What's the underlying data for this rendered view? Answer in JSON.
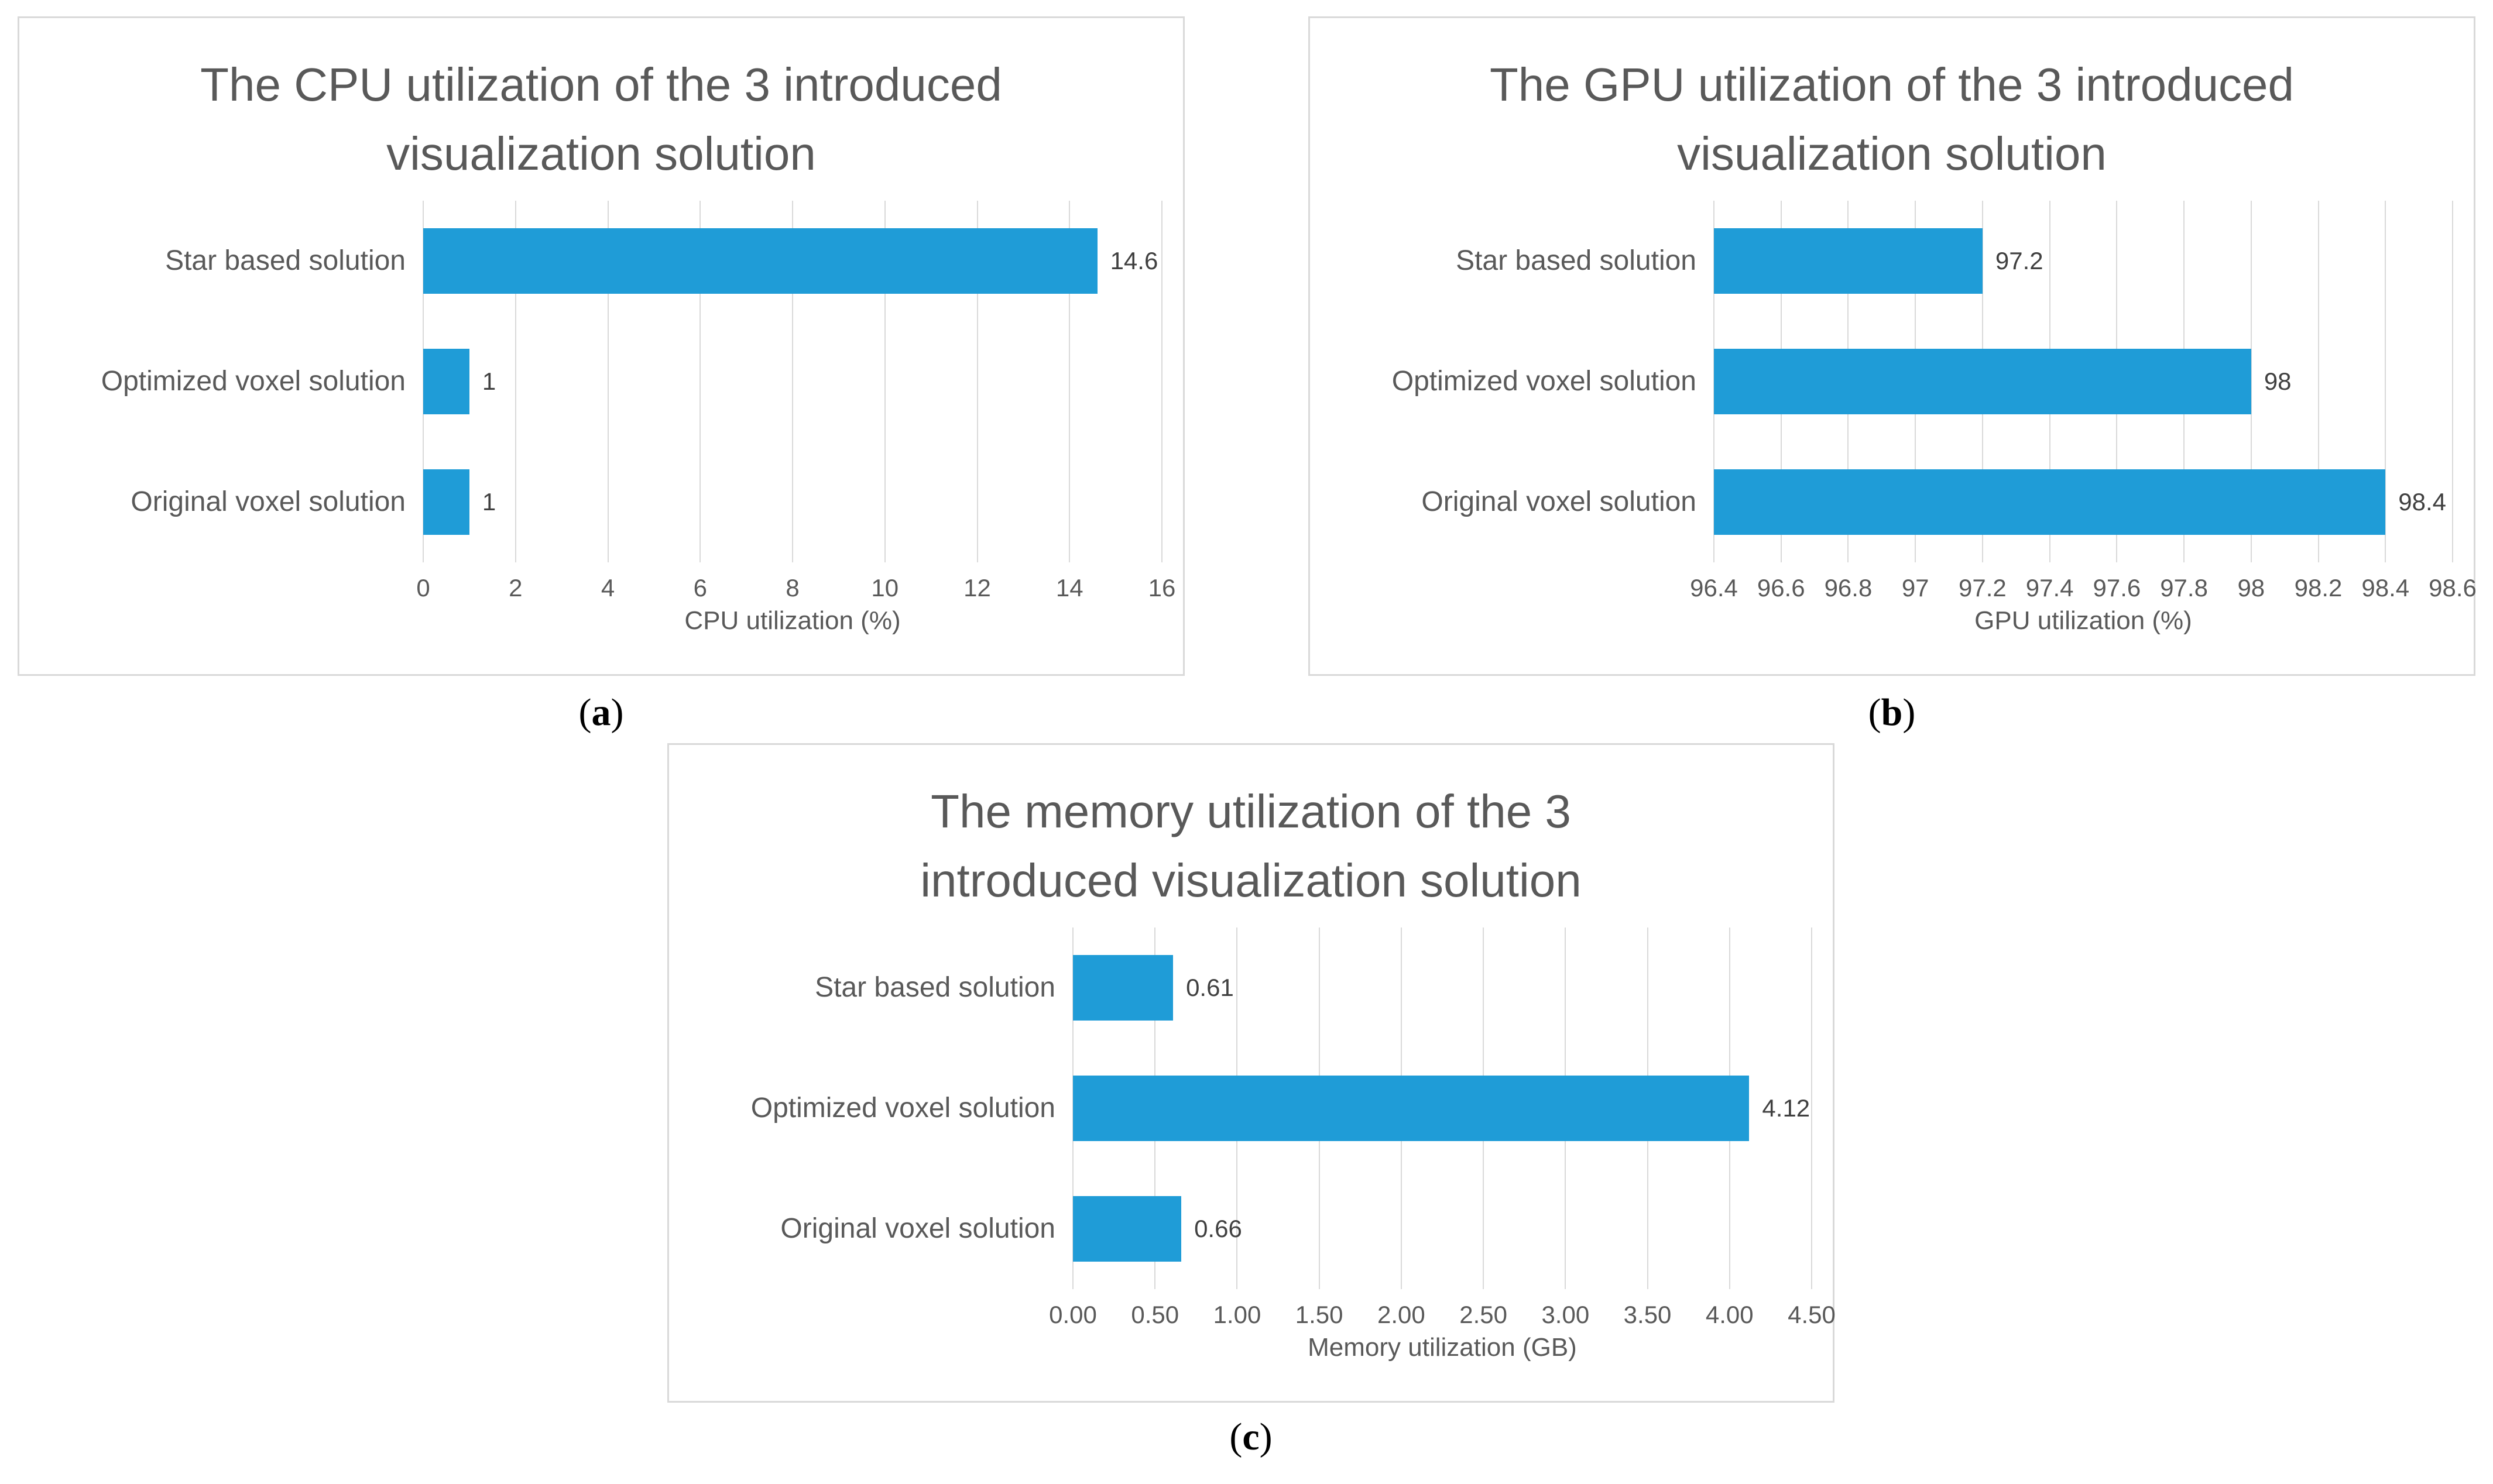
{
  "page": {
    "background": "#ffffff"
  },
  "colors": {
    "bar": "#1f9cd7",
    "text": "#595959",
    "value_label": "#404040",
    "gridline": "#d9d9d9",
    "panel_border": "#d9d9d9",
    "caption": "#000000"
  },
  "chart_data": [
    {
      "type": "bar",
      "orientation": "horizontal",
      "title": "The CPU utilization of the 3 introduced visualization solution",
      "title_lines": [
        "The CPU utilization of the 3 introduced",
        "visualization solution"
      ],
      "categories": [
        "Star based solution",
        "Optimized voxel solution",
        "Original voxel solution"
      ],
      "values": [
        14.6,
        1,
        1
      ],
      "value_labels": [
        "14.6",
        "1",
        "1"
      ],
      "xlabel": "CPU utilization (%)",
      "xlim": [
        0,
        16
      ],
      "tick_labels": [
        "0",
        "2",
        "4",
        "6",
        "8",
        "10",
        "12",
        "14",
        "16"
      ],
      "grid": true,
      "legend": false,
      "caption": {
        "open": "(",
        "label": "a",
        "close": ")"
      }
    },
    {
      "type": "bar",
      "orientation": "horizontal",
      "title": "The GPU utilization of the 3 introduced visualization solution",
      "title_lines": [
        "The GPU utilization of the 3 introduced",
        "visualization solution"
      ],
      "categories": [
        "Star based solution",
        "Optimized voxel solution",
        "Original voxel solution"
      ],
      "values": [
        97.2,
        98,
        98.4
      ],
      "value_labels": [
        "97.2",
        "98",
        "98.4"
      ],
      "xlabel": "GPU utilization (%)",
      "xlim": [
        96.4,
        98.6
      ],
      "tick_labels": [
        "96.4",
        "96.6",
        "96.8",
        "97",
        "97.2",
        "97.4",
        "97.6",
        "97.8",
        "98",
        "98.2",
        "98.4",
        "98.6"
      ],
      "grid": true,
      "legend": false,
      "caption": {
        "open": "(",
        "label": "b",
        "close": ")"
      }
    },
    {
      "type": "bar",
      "orientation": "horizontal",
      "title": "The memory utilization of the 3 introduced visualization solution",
      "title_lines": [
        "The memory utilization of the 3",
        "introduced visualization solution"
      ],
      "categories": [
        "Star based solution",
        "Optimized voxel solution",
        "Original voxel solution"
      ],
      "values": [
        0.61,
        4.12,
        0.66
      ],
      "value_labels": [
        "0.61",
        "4.12",
        "0.66"
      ],
      "xlabel": "Memory utilization (GB)",
      "xlim": [
        0,
        4.5
      ],
      "tick_labels": [
        "0.00",
        "0.50",
        "1.00",
        "1.50",
        "2.00",
        "2.50",
        "3.00",
        "3.50",
        "4.00",
        "4.50"
      ],
      "grid": true,
      "legend": false,
      "caption": {
        "open": "(",
        "label": "c",
        "close": ")"
      }
    }
  ]
}
